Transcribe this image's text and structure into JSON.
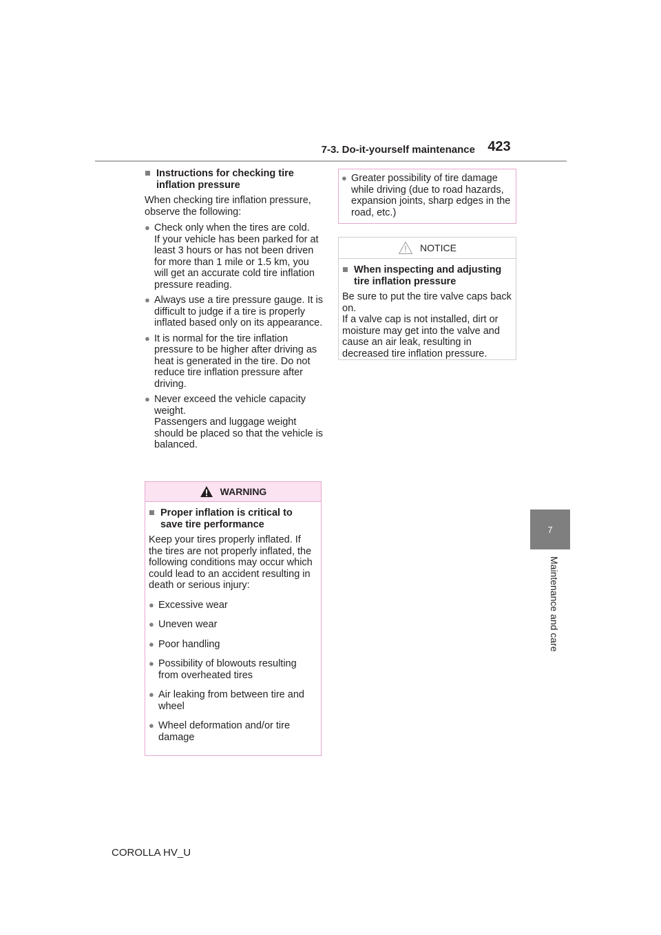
{
  "header": {
    "section": "7-3. Do-it-yourself maintenance",
    "page_number": "423"
  },
  "side_tab": {
    "number": "7",
    "label": "Maintenance and care"
  },
  "left": {
    "heading": "Instructions for checking tire inflation pressure",
    "intro": "When checking tire inflation pressure, observe the following:",
    "bullets": [
      "Check only when the tires are cold.\nIf your vehicle has been parked for at least 3 hours or has not been driven for more than 1 mile or 1.5 km, you will get an accurate cold tire inflation pressure reading.",
      "Always use a tire pressure gauge. It is difficult to judge if a tire is properly inflated based only on its appearance.",
      "It is normal for the tire inflation pressure to be higher after driving as heat is generated in the tire. Do not reduce tire inflation pressure after driving.",
      "Never exceed the vehicle capacity weight.\nPassengers and luggage weight should be placed so that the vehicle is balanced."
    ]
  },
  "warning": {
    "title": "WARNING",
    "heading": "Proper inflation is critical to save tire performance",
    "intro": "Keep your tires properly inflated. If the tires are not properly inflated, the following conditions may occur which could lead to an accident resulting in death or serious injury:",
    "bullets": [
      "Excessive wear",
      "Uneven wear",
      "Poor handling",
      "Possibility of blowouts resulting from overheated tires",
      "Air leaking from between tire and wheel",
      "Wheel deformation and/or tire damage"
    ]
  },
  "warning_continued": {
    "bullet": "Greater possibility of tire damage while driving (due to road hazards, expansion joints, sharp edges in the road, etc.)"
  },
  "notice": {
    "title": "NOTICE",
    "heading": "When inspecting and adjusting tire inflation pressure",
    "body": "Be sure to put the tire valve caps back on.\nIf a valve cap is not installed, dirt or moisture may get into the valve and cause an air leak, resulting in decreased tire inflation pressure."
  },
  "footer": {
    "model": "COROLLA HV_U"
  },
  "glyphs": {
    "square": "■",
    "dot": "●"
  }
}
